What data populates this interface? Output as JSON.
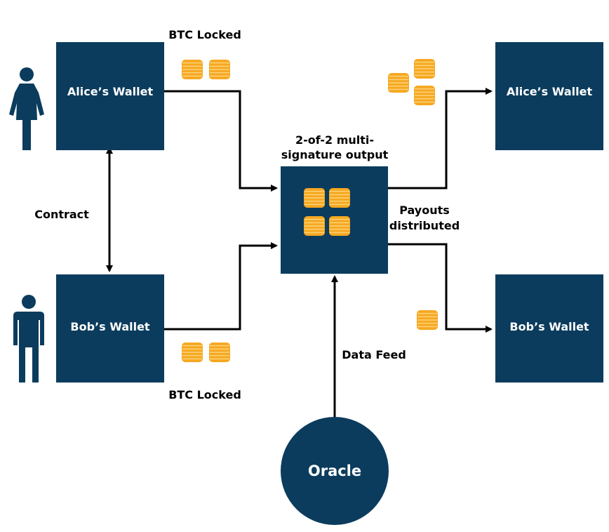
{
  "colors": {
    "box": "#0b3c5d",
    "coin_fill": "#f6a821",
    "coin_stripe": "#fcd27a",
    "line": "#000000",
    "text": "#000000"
  },
  "boxes": {
    "alice_left": "Alice’s Wallet",
    "bob_left": "Bob’s Wallet",
    "alice_right": "Alice’s Wallet",
    "bob_right": "Bob’s Wallet",
    "oracle": "Oracle"
  },
  "labels": {
    "btc_locked_top": "BTC Locked",
    "btc_locked_bottom": "BTC Locked",
    "multisig_line1": "2-of-2 multi-",
    "multisig_line2": "signature output",
    "contract": "Contract",
    "payouts_line1": "Payouts",
    "payouts_line2": "distributed",
    "data_feed": "Data Feed"
  },
  "icons": {
    "alice_person": "female-person-icon",
    "bob_person": "male-person-icon",
    "coin_stack": "coin-stack-icon"
  }
}
